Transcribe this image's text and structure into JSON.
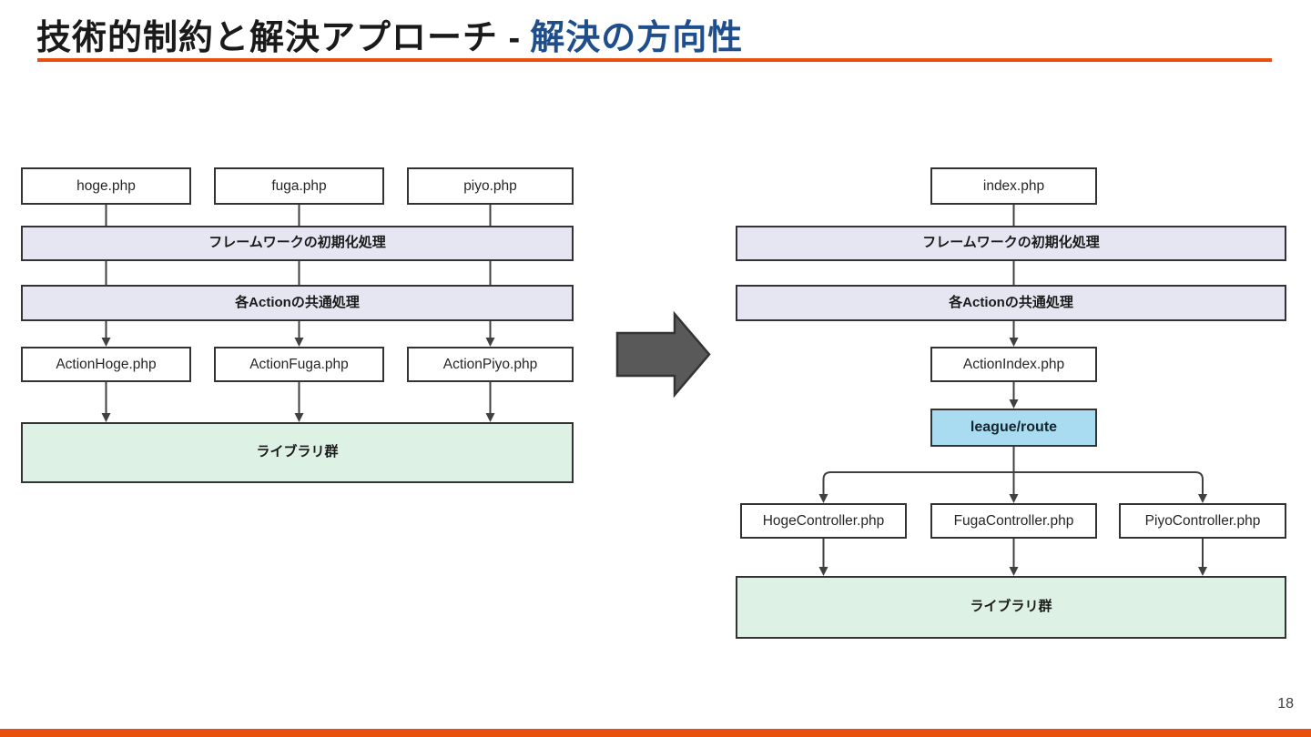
{
  "title": {
    "main": "技術的制約と解決アプローチ -",
    "highlight": "解決の方向性"
  },
  "page_number": "18",
  "colors": {
    "accent_orange": "#e8500f",
    "title_blue": "#1f4e8c",
    "band_fill": "#e6e6f2",
    "libs_fill": "#ddf2e4",
    "router_fill": "#a9dcf1",
    "border_dark": "#333333",
    "connector": "#404040",
    "arrow_fill": "#595959"
  },
  "before": {
    "entries": [
      "hoge.php",
      "fuga.php",
      "piyo.php"
    ],
    "framework_band": "フレームワークの初期化処理",
    "action_band": "各Actionの共通処理",
    "actions": [
      "ActionHoge.php",
      "ActionFuga.php",
      "ActionPiyo.php"
    ],
    "libraries": "ライブラリ群"
  },
  "after": {
    "entry": "index.php",
    "framework_band": "フレームワークの初期化処理",
    "action_band": "各Actionの共通処理",
    "action": "ActionIndex.php",
    "router": "league/route",
    "controllers": [
      "HogeController.php",
      "FugaController.php",
      "PiyoController.php"
    ],
    "libraries": "ライブラリ群"
  }
}
